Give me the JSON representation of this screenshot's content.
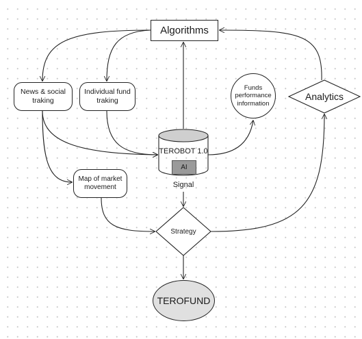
{
  "nodes": {
    "algorithms": "Algorithms",
    "news_social": "News & social\ntraking",
    "individual_fund": "Individual fund\ntraking",
    "funds_performance": "Funds\nperformance\ninformation",
    "terobot": "TEROBOT 1.0",
    "ai": "AI",
    "signal": "Signal",
    "map_market": "Map of market\nmovement",
    "analytics": "Analytics",
    "strategy": "Strategy",
    "terofund": "TEROFUND"
  },
  "colors": {
    "stroke": "#222222",
    "cylinder_fill": "#cfcfcf",
    "ai_fill": "#9a9a9a",
    "terofund_fill": "#e0e0e0",
    "grid_dot": "#c9c9c9"
  }
}
